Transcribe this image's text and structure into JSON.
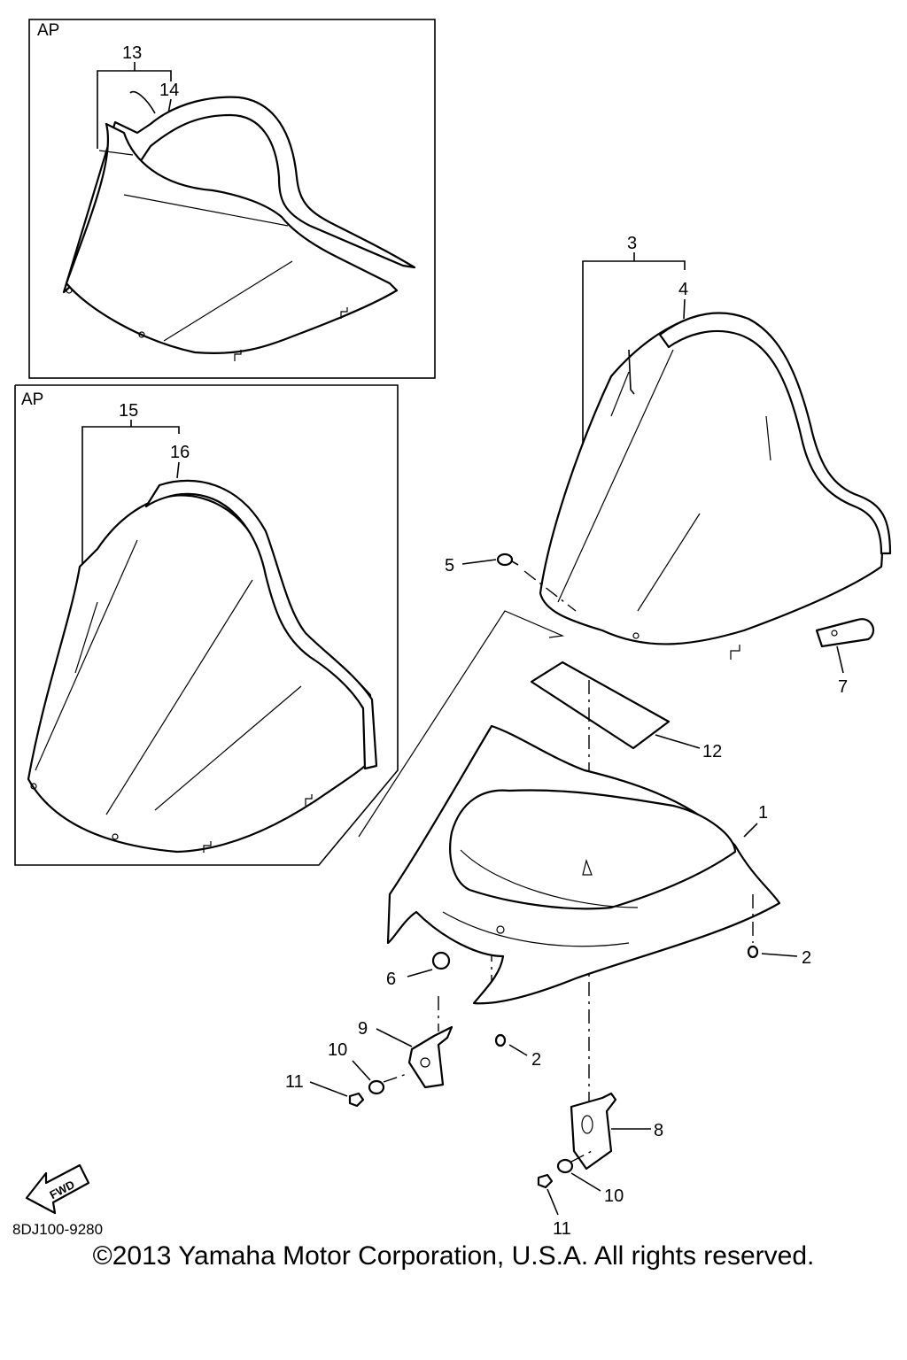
{
  "boxes": {
    "top_label": "AP",
    "bottom_label": "AP"
  },
  "callouts": {
    "c1": "1",
    "c2a": "2",
    "c2b": "2",
    "c3": "3",
    "c4": "4",
    "c5": "5",
    "c6": "6",
    "c7": "7",
    "c8": "8",
    "c9": "9",
    "c10a": "10",
    "c10b": "10",
    "c11a": "11",
    "c11b": "11",
    "c12": "12",
    "c13": "13",
    "c14": "14",
    "c15": "15",
    "c16": "16"
  },
  "fwd_label": "FWD",
  "diagram_code": "8DJ100-9280",
  "copyright": "©2013 Yamaha Motor Corporation, U.S.A. All rights reserved.",
  "icons": {
    "fwd": "fwd-arrow-icon"
  }
}
